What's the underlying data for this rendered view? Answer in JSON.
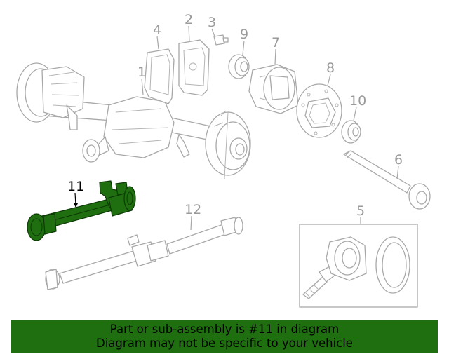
{
  "callouts": {
    "c1": "1",
    "c2": "2",
    "c3": "3",
    "c4": "4",
    "c5": "5",
    "c6": "6",
    "c7": "7",
    "c8": "8",
    "c9": "9",
    "c10": "10",
    "c11": "11",
    "c12": "12"
  },
  "highlight_color": "#1f6e10",
  "banner": {
    "line1": "Part or sub-assembly is #11 in diagram",
    "line2": "Diagram may not be specific to your vehicle"
  }
}
